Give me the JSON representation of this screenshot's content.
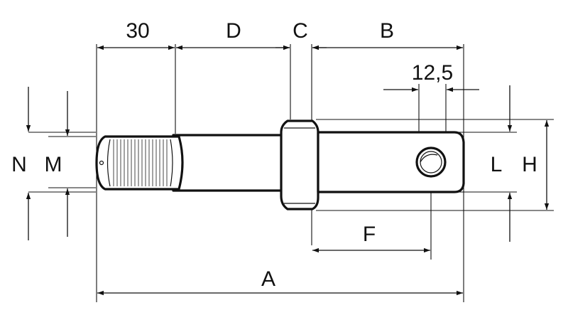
{
  "drawing": {
    "labels": {
      "thread_length": "30",
      "D": "D",
      "C": "C",
      "B": "B",
      "hole_offset": "12,5",
      "N": "N",
      "M": "M",
      "L": "L",
      "H": "H",
      "F": "F",
      "A": "A"
    }
  }
}
